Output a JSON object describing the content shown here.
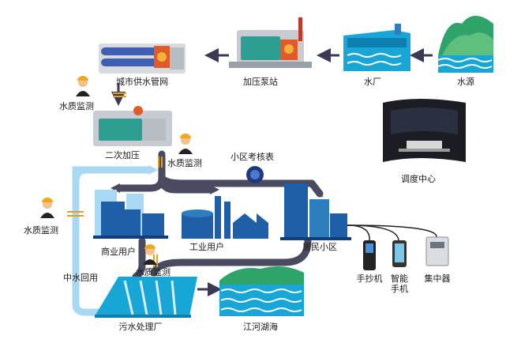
{
  "nodes": {
    "water_source": "水源",
    "water_plant": "水厂",
    "pump_station": "加压泵站",
    "city_network": "城市供水管网",
    "secondary_pressure": "二次加压",
    "dispatch_center": "调度中心",
    "community_meter": "小区考核表",
    "commercial_user": "商业用户",
    "industrial_user": "工业用户",
    "residential": "居民小区",
    "sewage_plant": "污水处理厂",
    "rivers_lakes": "江河湖海",
    "reclaimed_water": "中水回用",
    "handheld_reader": "手抄机",
    "smart_phone": "智能手机",
    "concentrator": "集中器"
  },
  "monitors": {
    "label": "水质监测"
  },
  "colors": {
    "pipe": "#4a4a60",
    "reclaimed_pipe": "#a9d8f2",
    "building": "#1f5fa8",
    "water": "#17a6d6",
    "green": "#2ea36a",
    "equipment": "#2f9e92",
    "arrow": "#3a3a55"
  },
  "icons": [
    "worker-icon",
    "pipe-valve-icon",
    "pump-icon",
    "plant-icon",
    "mountain-icon",
    "building-icon",
    "factory-icon",
    "meter-icon",
    "phone-icon",
    "concentrator-icon",
    "monitor-screen-icon"
  ]
}
